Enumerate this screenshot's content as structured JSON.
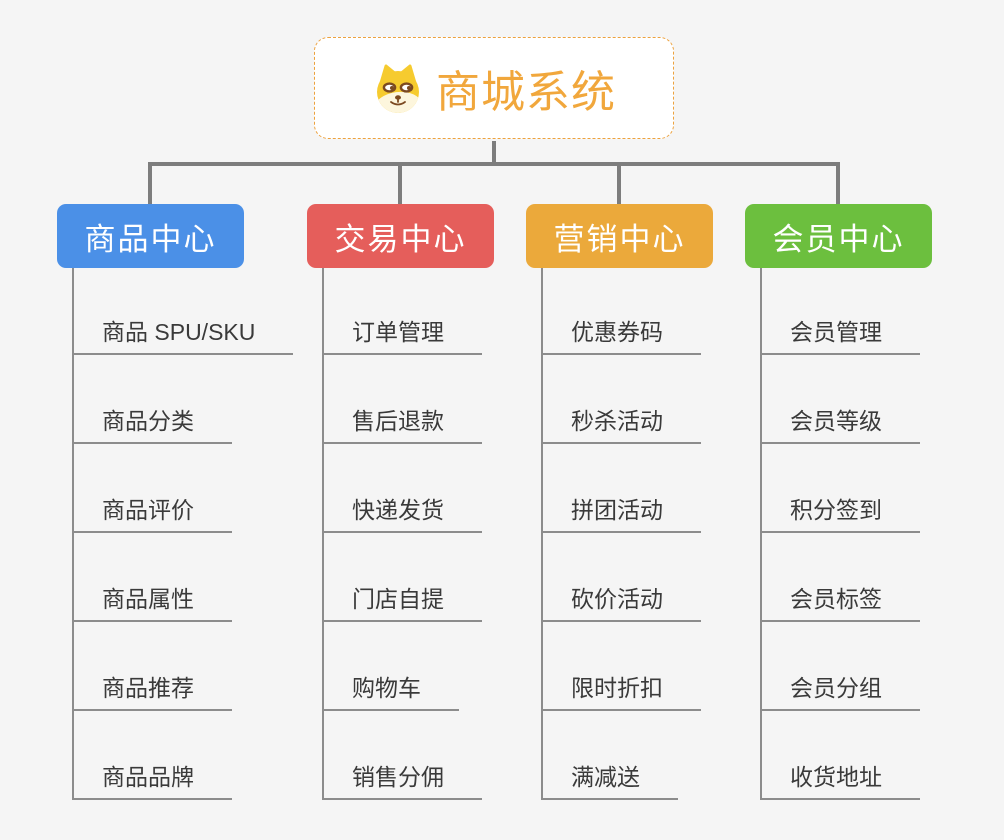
{
  "root": {
    "title": "商城系统",
    "icon": "doge-icon"
  },
  "colors": {
    "background": "#f5f5f5",
    "root_border": "#eda23e",
    "root_text": "#f1a73c",
    "connector": "#7d7d7d",
    "leaf_line": "#8c8c8c",
    "leaf_text": "#3a3a3a"
  },
  "branches": [
    {
      "label": "商品中心",
      "color": "#4b90e7",
      "items": [
        "商品 SPU/SKU",
        "商品分类",
        "商品评价",
        "商品属性",
        "商品推荐",
        "商品品牌"
      ]
    },
    {
      "label": "交易中心",
      "color": "#e55e5b",
      "items": [
        "订单管理",
        "售后退款",
        "快递发货",
        "门店自提",
        "购物车",
        "销售分佣"
      ]
    },
    {
      "label": "营销中心",
      "color": "#eba93b",
      "items": [
        "优惠券码",
        "秒杀活动",
        "拼团活动",
        "砍价活动",
        "限时折扣",
        "满减送"
      ]
    },
    {
      "label": "会员中心",
      "color": "#6cbf3e",
      "items": [
        "会员管理",
        "会员等级",
        "积分签到",
        "会员标签",
        "会员分组",
        "收货地址"
      ]
    }
  ]
}
